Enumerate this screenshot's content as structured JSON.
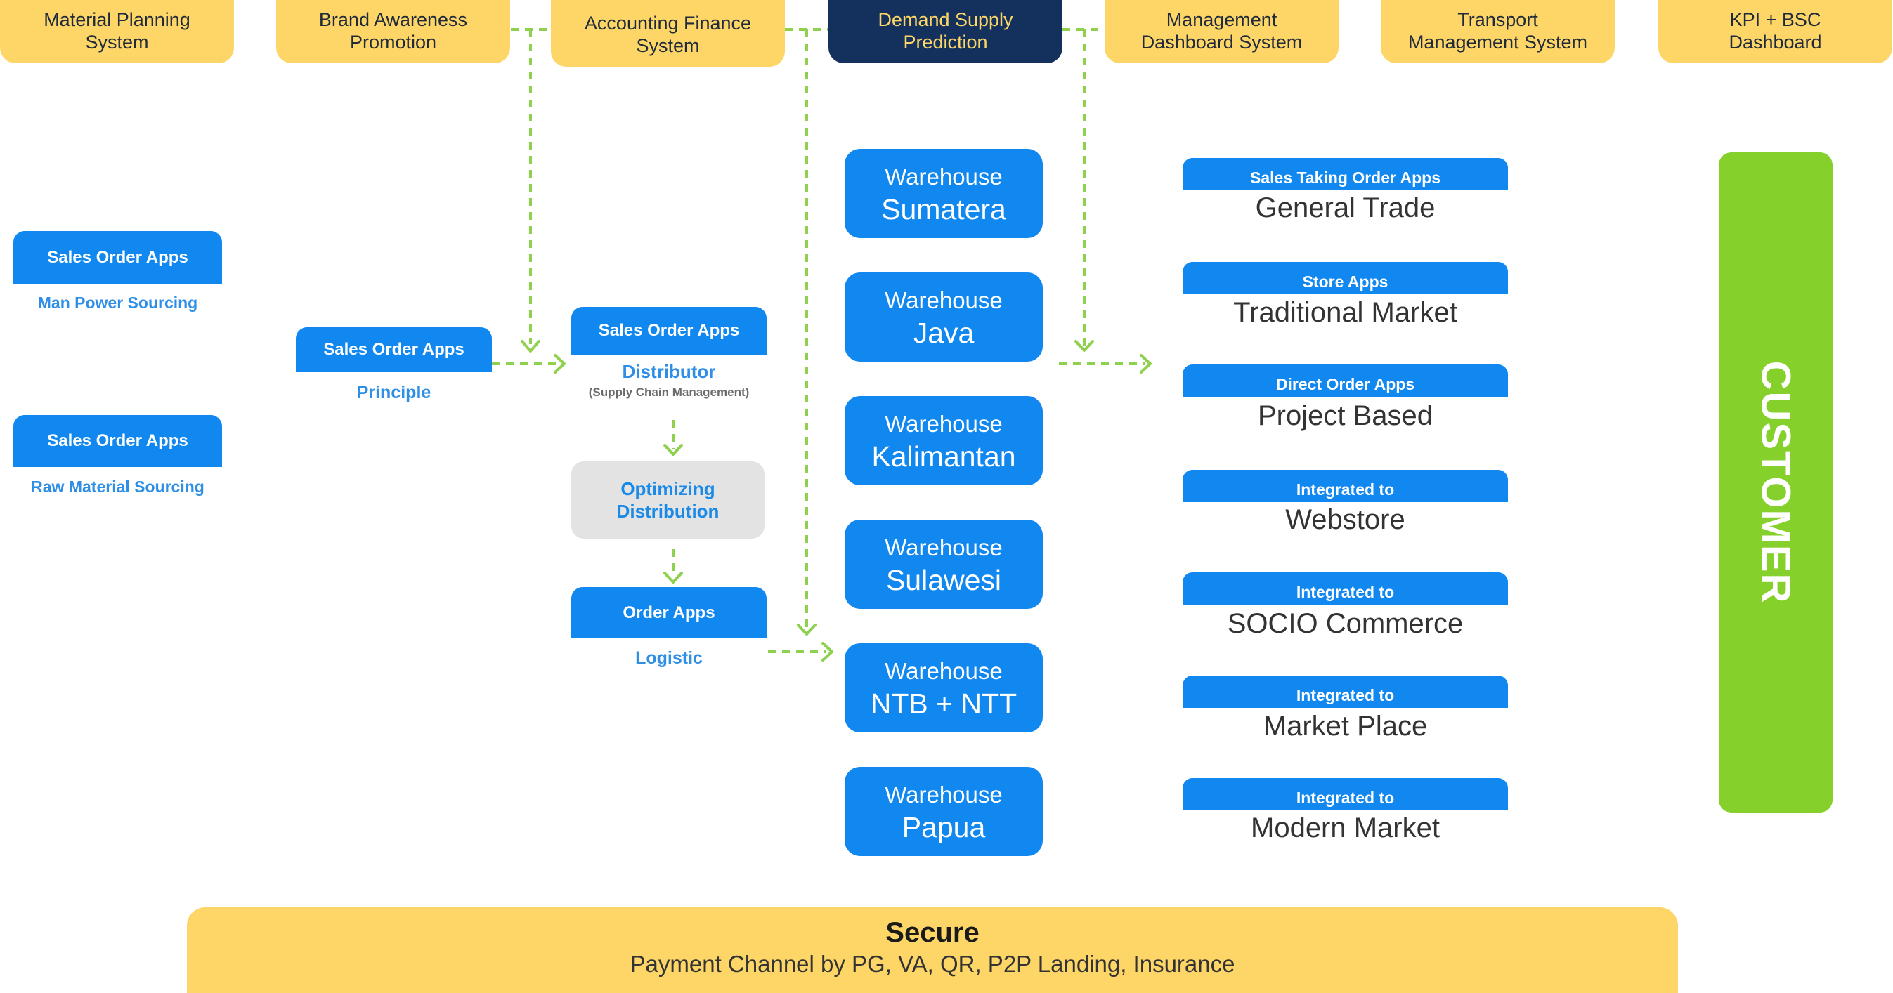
{
  "top_systems": [
    {
      "label": "Material Planning\nSystem",
      "dark": false
    },
    {
      "label": "Brand Awareness\nPromotion",
      "dark": false
    },
    {
      "label": "Accounting Finance\nSystem",
      "dark": false
    },
    {
      "label": "Demand Supply\nPrediction",
      "dark": true
    },
    {
      "label": "Management\nDashboard System",
      "dark": false
    },
    {
      "label": "Transport\nManagement System",
      "dark": false
    },
    {
      "label": "KPI + BSC\nDashboard",
      "dark": false
    }
  ],
  "sourcing": [
    {
      "tab": "Sales Order Apps",
      "label": "Man Power Sourcing"
    },
    {
      "tab": "Sales Order Apps",
      "label": "Raw Material Sourcing"
    }
  ],
  "principle": {
    "tab": "Sales Order Apps",
    "label": "Principle"
  },
  "distributor": {
    "tab": "Sales Order Apps",
    "label": "Distributor",
    "note": "(Supply Chain Management)"
  },
  "optimizing": {
    "label": "Optimizing\nDistribution"
  },
  "logistic": {
    "tab": "Order Apps",
    "label": "Logistic"
  },
  "warehouses": [
    {
      "line1": "Warehouse",
      "line2": "Sumatera"
    },
    {
      "line1": "Warehouse",
      "line2": "Java"
    },
    {
      "line1": "Warehouse",
      "line2": "Kalimantan"
    },
    {
      "line1": "Warehouse",
      "line2": "Sulawesi"
    },
    {
      "line1": "Warehouse",
      "line2": "NTB + NTT"
    },
    {
      "line1": "Warehouse",
      "line2": "Papua"
    }
  ],
  "channels": [
    {
      "tab": "Sales Taking Order Apps",
      "title": "General Trade"
    },
    {
      "tab": "Store Apps",
      "title": "Traditional Market"
    },
    {
      "tab": "Direct Order Apps",
      "title": "Project Based"
    },
    {
      "tab": "Integrated to",
      "title": "Webstore"
    },
    {
      "tab": "Integrated to",
      "title": "SOCIO Commerce"
    },
    {
      "tab": "Integrated to",
      "title": "Market Place"
    },
    {
      "tab": "Integrated to",
      "title": "Modern Market"
    }
  ],
  "customer": {
    "label": "CUSTOMER"
  },
  "secure": {
    "title": "Secure",
    "subtitle": "Payment Channel by PG, VA, QR, P2P Landing, Insurance"
  },
  "colors": {
    "yellow": "#fdd667",
    "navy": "#13315c",
    "blue": "#1187f0",
    "green": "#86d02c",
    "arrow": "#8fd14f"
  }
}
